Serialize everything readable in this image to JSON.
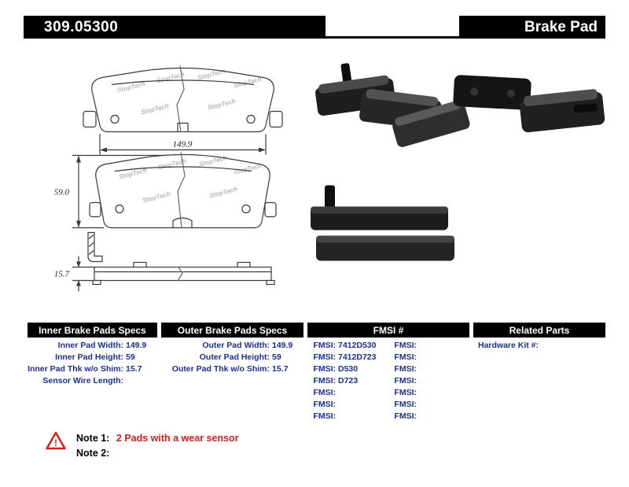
{
  "header": {
    "part_number": "309.05300",
    "product_type": "Brake Pad"
  },
  "drawing": {
    "watermark": "StopTech",
    "dim_width": "149.9",
    "dim_height": "59.0",
    "dim_thickness": "15.7"
  },
  "spec_tables": {
    "inner": {
      "title": "Inner Brake Pads Specs",
      "rows": [
        {
          "label": "Inner Pad Width:",
          "value": "149.9"
        },
        {
          "label": "Inner Pad Height:",
          "value": "59"
        },
        {
          "label": "Inner Pad Thk w/o Shim:",
          "value": "15.7"
        },
        {
          "label": "Sensor Wire Length:",
          "value": ""
        }
      ]
    },
    "outer": {
      "title": "Outer Brake Pads Specs",
      "rows": [
        {
          "label": "Outer Pad Width:",
          "value": "149.9"
        },
        {
          "label": "Outer Pad Height:",
          "value": "59"
        },
        {
          "label": "Outer Pad Thk w/o Shim:",
          "value": "15.7"
        }
      ]
    },
    "fmsi": {
      "title": "FMSI #",
      "col1": [
        {
          "label": "FMSI:",
          "value": "7412D530"
        },
        {
          "label": "FMSI:",
          "value": "7412D723"
        },
        {
          "label": "FMSI:",
          "value": "D530"
        },
        {
          "label": "FMSI:",
          "value": "D723"
        },
        {
          "label": "FMSI:",
          "value": ""
        },
        {
          "label": "FMSI:",
          "value": ""
        },
        {
          "label": "FMSI:",
          "value": ""
        }
      ],
      "col2": [
        {
          "label": "FMSI:",
          "value": ""
        },
        {
          "label": "FMSI:",
          "value": ""
        },
        {
          "label": "FMSI:",
          "value": ""
        },
        {
          "label": "FMSI:",
          "value": ""
        },
        {
          "label": "FMSI:",
          "value": ""
        },
        {
          "label": "FMSI:",
          "value": ""
        },
        {
          "label": "FMSI:",
          "value": ""
        }
      ]
    },
    "related": {
      "title": "Related Parts",
      "rows": [
        {
          "label": "Hardware Kit #:",
          "value": ""
        }
      ]
    }
  },
  "notes": {
    "warning_icon": "warning-triangle",
    "note1_label": "Note 1:",
    "note1_text": "2 Pads with a wear sensor",
    "note2_label": "Note 2:",
    "note2_text": ""
  },
  "colors": {
    "header_bg": "#000000",
    "header_text": "#ffffff",
    "spec_text": "#1b2f8e",
    "note_red": "#cc1f1f"
  }
}
